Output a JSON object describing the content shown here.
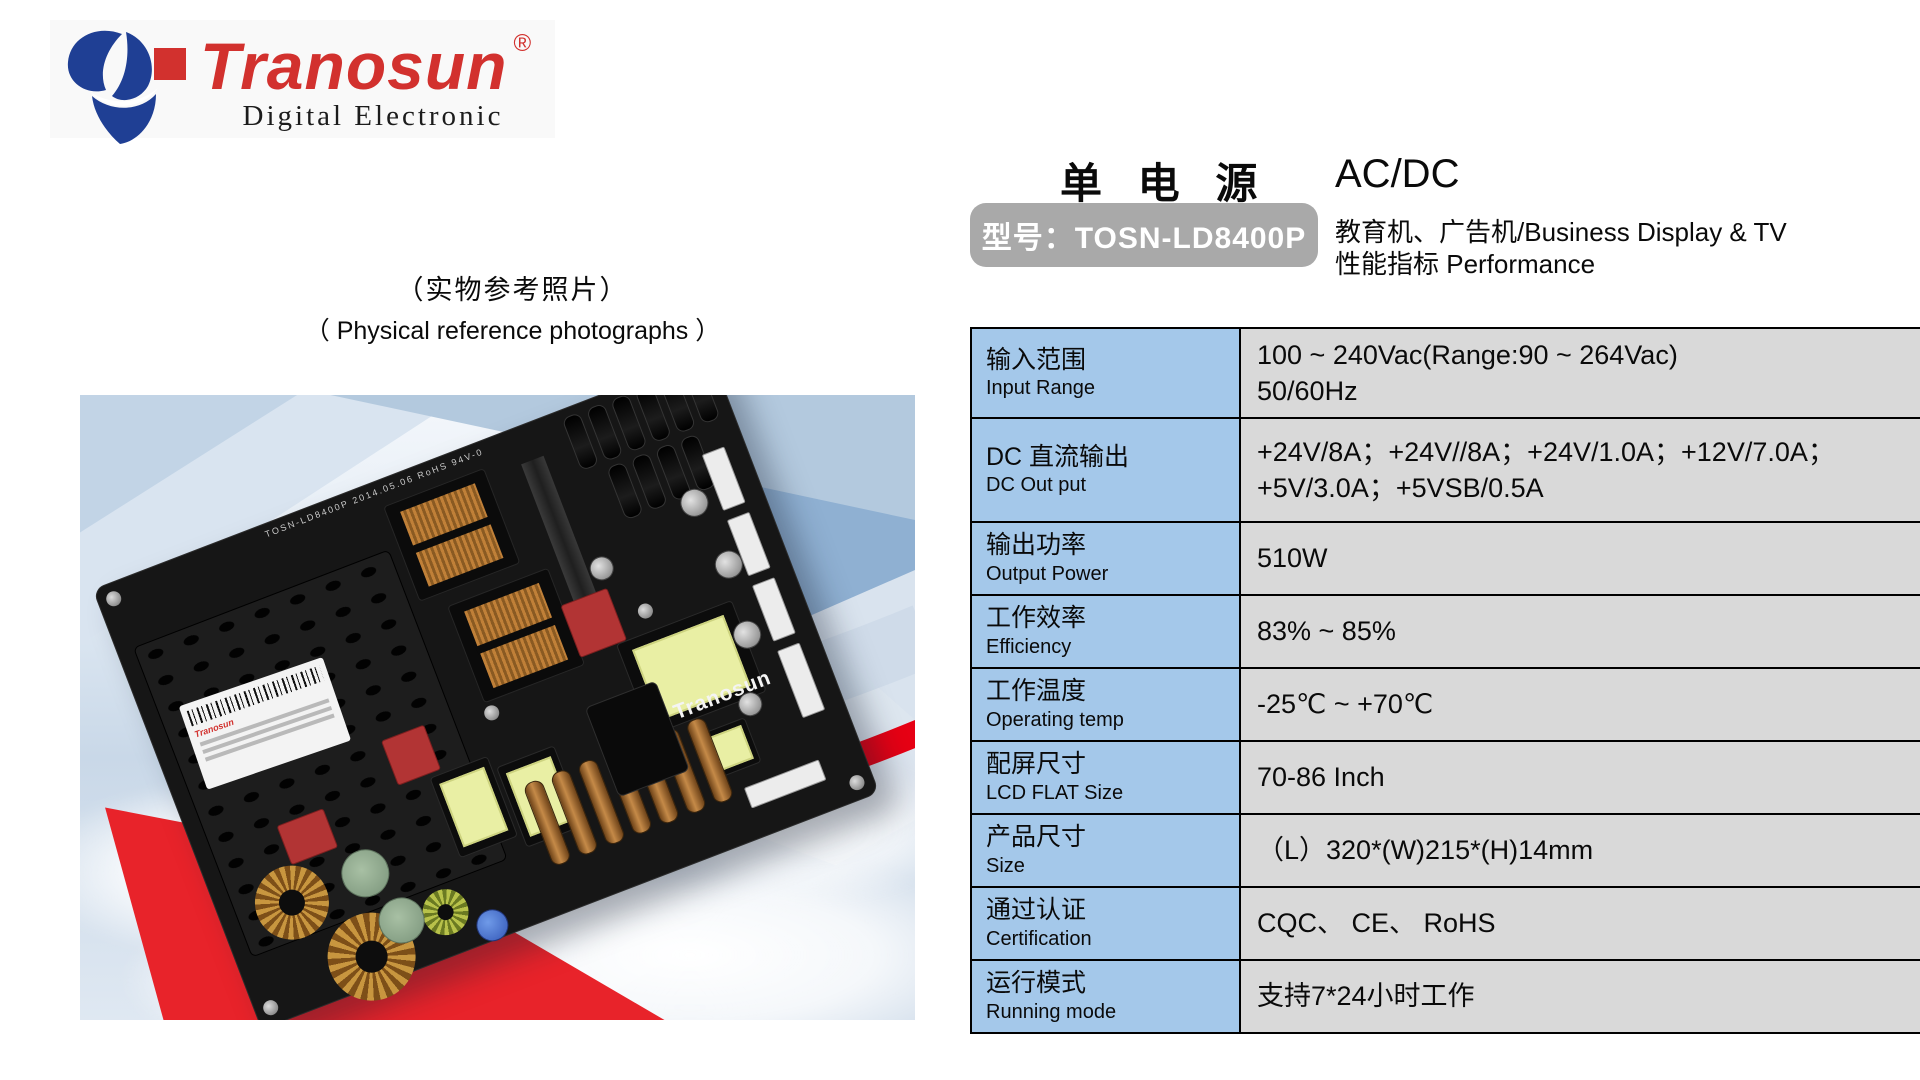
{
  "logo": {
    "brand": "Tranosun",
    "registered": "®",
    "subtitle": "Digital Electronic",
    "brand_color": "#D2312E",
    "mark_blue": "#1F3F94",
    "mark_red": "#D2312E"
  },
  "header": {
    "title_cn": "单 电 源",
    "standard": "AC/DC",
    "model_badge": "型号：TOSN-LD8400P",
    "application_line": "教育机、广告机/Business Display & TV",
    "performance_line": "性能指标 Performance"
  },
  "photo": {
    "caption_cn": "（实物参考照片）",
    "caption_en": "（ Physical reference photographs ）",
    "board_topline": "TOSN-LD8400P  2014.05.06  RoHS  94V-0",
    "board_brand": "Tranosun",
    "label_brand": "Tranosun"
  },
  "spec_table": {
    "label_bg": "#A4C8EA",
    "value_bg": "#D9D9D9",
    "rows": [
      {
        "label_cn": "输入范围",
        "label_en": "Input Range",
        "value": "100 ~ 240Vac(Range:90 ~ 264Vac)\n50/60Hz"
      },
      {
        "label_cn": "DC 直流输出",
        "label_en": "DC Out put",
        "value": "+24V/8A；+24V//8A；+24V/1.0A；+12V/7.0A；\n+5V/3.0A；+5VSB/0.5A"
      },
      {
        "label_cn": "输出功率",
        "label_en": "Output Power",
        "value": "510W"
      },
      {
        "label_cn": "工作效率",
        "label_en": "Efficiency",
        "value": "83% ~ 85%"
      },
      {
        "label_cn": "工作温度",
        "label_en": "Operating temp",
        "value": "-25℃ ~ +70℃"
      },
      {
        "label_cn": "配屏尺寸",
        "label_en": "LCD FLAT Size",
        "value": "70-86 Inch"
      },
      {
        "label_cn": "产品尺寸",
        "label_en": "Size",
        "value": "（L）320*(W)215*(H)14mm"
      },
      {
        "label_cn": "通过认证",
        "label_en": "Certification",
        "value": "CQC、 CE、 RoHS"
      },
      {
        "label_cn": "运行模式",
        "label_en": "Running mode",
        "value": "支持7*24小时工作"
      }
    ]
  },
  "colors": {
    "badge_bg": "#A9A9A9",
    "swoosh_red": "#E8232A",
    "sky_blue": "#C9D8E8"
  }
}
